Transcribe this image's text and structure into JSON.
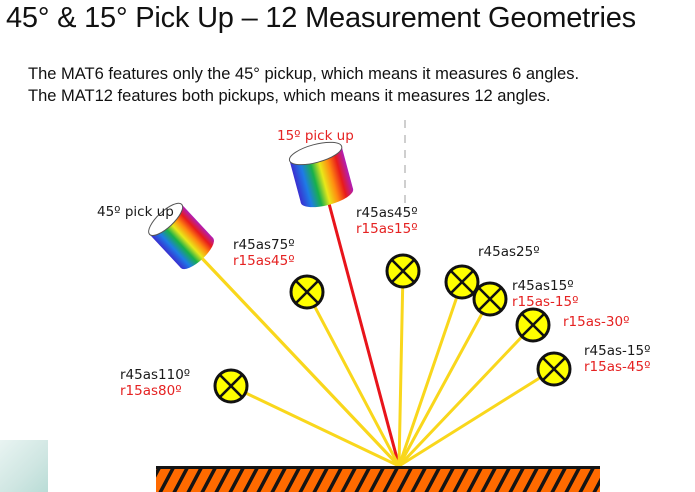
{
  "title": "45° & 15° Pick Up – 12 Measurement Geometries",
  "intro": {
    "line1": "The MAT6 features only the 45° pickup, which means it measures 6 angles.",
    "line2": "The MAT12  features both pickups, which means it measures 12 angles."
  },
  "pickups": {
    "p45": "45º pick up",
    "p15": "15º pick up"
  },
  "geometries": {
    "g75": {
      "r45": "r45as75º",
      "r15": "r15as45º"
    },
    "g45": {
      "r45": "r45as45º",
      "r15": "r15as15º"
    },
    "g25": {
      "r45": "r45as25º"
    },
    "g15": {
      "r45": "r45as15º",
      "r15": "r15as-15º"
    },
    "gm30": {
      "r15": "r15as-30º"
    },
    "gm15": {
      "r45": "r45as-15º",
      "r15": "r15as-45º"
    },
    "g110": {
      "r45": "r45as110º",
      "r15": "r15as80º"
    }
  },
  "colors": {
    "ray_yellow": "#f9d71c",
    "ray_red": "#e8141b",
    "detector_fill": "#ffff00",
    "surface_orange": "#ff6a00",
    "label_red": "#e52222"
  },
  "icons": {
    "detector": "crossed-circle-icon",
    "pickup": "rainbow-cylinder-icon"
  }
}
